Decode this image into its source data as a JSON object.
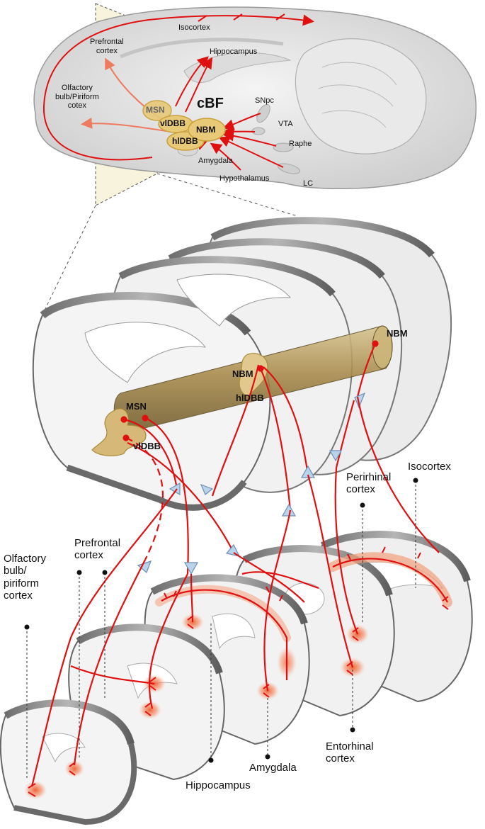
{
  "top_panel": {
    "cbf_label": "cBF",
    "nuclei": {
      "msn": "MSN",
      "vldbb": "vlDBB",
      "hldbb": "hlDBB",
      "nbm": "NBM"
    },
    "regions": {
      "isocortex": "Isocortex",
      "prefrontal": "Prefrontal\ncortex",
      "hippocampus": "Hippocampus",
      "olfactory": "Olfactory\nbulb/Piriform\ncotex",
      "snpc": "SNpc",
      "vta": "VTA",
      "raphe": "Raphe",
      "amygdala": "Amygdala",
      "hypothalamus": "Hypothalamus",
      "lc": "LC"
    }
  },
  "middle_panel": {
    "nuclei": {
      "msn": "MSN",
      "vldbb": "vlDBB",
      "hldbb": "hlDBB",
      "nbm_front": "NBM",
      "nbm_back": "NBM"
    }
  },
  "bottom_panel": {
    "targets": {
      "olfactory": "Olfactory\nbulb/\npiriform\ncortex",
      "prefrontal": "Prefrontal\ncortex",
      "perirhinal": "Perirhinal\ncortex",
      "isocortex": "Isocortex",
      "hippocampus": "Hippocampus",
      "amygdala": "Amygdala",
      "entorhinal": "Entorhinal\ncortex"
    }
  },
  "colors": {
    "projection": "#e01010",
    "nucleus_fill": "#e8c978",
    "nucleus_stroke": "#c9a13a",
    "column": "#a88a4a",
    "slice_rim": "#8a8a8a",
    "hotspot": "#f07a4a"
  }
}
